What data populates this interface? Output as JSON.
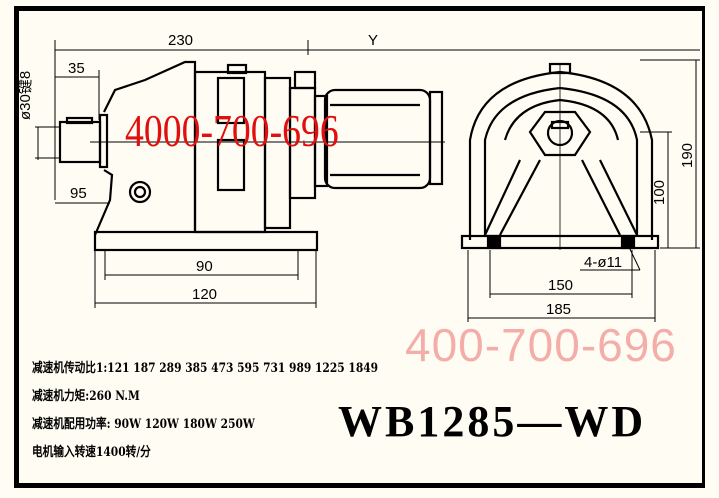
{
  "dimensions": {
    "overall_length": "230",
    "motor_length": "Y",
    "shaft_length": "35",
    "shaft_dia": "ø30键8",
    "shaft_to_foot": "95",
    "foot_inner": "90",
    "foot_outer": "120",
    "height": "190",
    "center_height": "100",
    "holes": "4-ø11",
    "base_inner": "150",
    "base_outer": "185"
  },
  "watermarks": {
    "phone_main": "4000-700-696",
    "phone_secondary": "400-700-696"
  },
  "specs": [
    "减速机传动比1:121 187 289 385 473 595 731 989 1225 1849",
    "减速机力矩:260 N.M",
    "减速机配用功率: 90W 120W 180W 250W",
    "电机输入转速1400转/分"
  ],
  "model": "WB1285—WD",
  "colors": {
    "background": "#fffdf3",
    "line": "#000000",
    "watermark": "#e01010"
  }
}
